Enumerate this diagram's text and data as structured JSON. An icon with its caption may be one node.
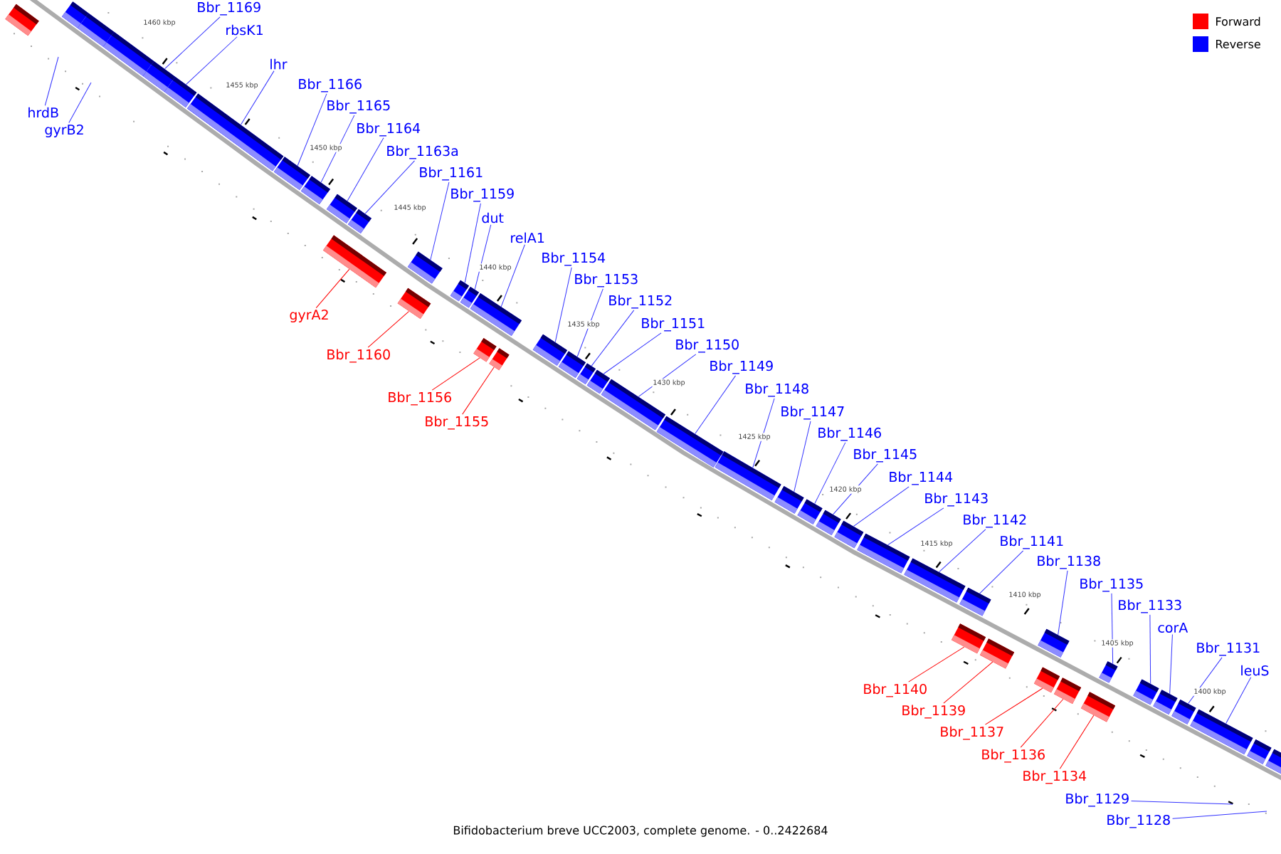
{
  "diagram": {
    "caption": "Bifidobacterium breve UCC2003, complete genome. - 0..2422684",
    "nodes": [
      {
        "text": [],
        "shape": "box"
      },
      {
        "text": [],
        "shape": "box"
      },
      {
        "text": [],
        "shape": "box"
      },
      {
        "text": [],
        "shape": "box"
      },
      {
        "text": [],
        "shape": "box"
      },
      {
        "text": [],
        "shape": "box"
      },
      {
        "text": [],
        "shape": "box"
      },
      {
        "text": [],
        "shape": "box"
      },
      {
        "text": [],
        "shape": "box"
      },
      {
        "text": [],
        "shape": "box"
      },
      {
        "text": [],
        "shape": "box"
      },
      {
        "text": [],
        "shape": "box"
      },
      {
        "text": [],
        "shape": "box"
      },
      {
        "text": [],
        "shape": "box"
      },
      {
        "text": [],
        "shape": "box"
      },
      {
        "text": [],
        "shape": "box"
      },
      {
        "text": [],
        "shape": "box"
      },
      {
        "text": [],
        "shape": "box"
      },
      {
        "text": [],
        "shape": "box"
      },
      {
        "text": [],
        "shape": "box"
      },
      {
        "text": [],
        "shape": "box"
      },
      {
        "text": [],
        "shape": "box"
      },
      {
        "text": [],
        "shape": "box"
      },
      {
        "text": [],
        "shape": "box"
      },
      {
        "text": [],
        "shape": "box"
      },
      {
        "text": [],
        "shape": "box"
      },
      {
        "text": [],
        "shape": "box"
      },
      {
        "text": [],
        "shape": "box"
      },
      {
        "text": [],
        "shape": "box"
      },
      {
        "text": [],
        "shape": "box"
      },
      {
        "text": [],
        "shape": "box"
      },
      {
        "text": [],
        "shape": "box"
      },
      {
        "text": [],
        "shape": "box"
      },
      {
        "text": [],
        "shape": "box"
      },
      {
        "text": [],
        "shape": "box"
      },
      {
        "text": [],
        "shape": "box"
      },
      {
        "text": [],
        "shape": "box"
      },
      {
        "text": [],
        "shape": "box"
      },
      {
        "text": [],
        "shape": "box"
      },
      {
        "text": [],
        "shape": "box"
      },
      {
        "text": [],
        "shape": "box"
      },
      {
        "text": [],
        "shape": "box"
      },
      {
        "text": [],
        "shape": "box"
      },
      {
        "text": [],
        "shape": "box"
      },
      {
        "text": [],
        "shape": "box"
      },
      {
        "text": [],
        "shape": "box"
      },
      {
        "text": [
          "Bbr_1169"
        ]
      },
      {
        "text": [
          "rbsK1"
        ]
      },
      {
        "text": [
          "lhr"
        ]
      },
      {
        "text": [
          "hrdB"
        ]
      },
      {
        "text": [
          "gyrB2"
        ]
      },
      {
        "text": [
          "Bbr_1166"
        ]
      },
      {
        "text": [
          "Bbr_1165"
        ]
      },
      {
        "text": [
          "Bbr_1164"
        ]
      },
      {
        "text": [
          "Bbr_1163a"
        ]
      },
      {
        "text": [
          "Bbr_1161"
        ]
      },
      {
        "text": [
          "Bbr_1159"
        ]
      },
      {
        "text": [
          "dut"
        ]
      },
      {
        "text": [
          "relA1"
        ]
      },
      {
        "text": [
          "Bbr_1154"
        ]
      },
      {
        "text": [
          "gyrA2"
        ]
      },
      {
        "text": [
          "Bbr_1153"
        ]
      },
      {
        "text": [
          "Bbr_1152"
        ]
      },
      {
        "text": [
          "Bbr_1151"
        ]
      },
      {
        "text": [
          "Bbr_1150"
        ]
      },
      {
        "text": [
          "Bbr_1160"
        ]
      },
      {
        "text": [
          "Bbr_1149"
        ]
      },
      {
        "text": [
          "Bbr_1156"
        ]
      },
      {
        "text": [
          "Bbr_1148"
        ]
      },
      {
        "text": [
          "Bbr_1155"
        ]
      },
      {
        "text": [
          "Bbr_1147"
        ]
      },
      {
        "text": [
          "Bbr_1146"
        ]
      },
      {
        "text": [
          "Bbr_1145"
        ]
      },
      {
        "text": [
          "Bbr_1144"
        ]
      },
      {
        "text": [
          "Bbr_1143"
        ]
      },
      {
        "text": [
          "Bbr_1142"
        ]
      },
      {
        "text": [
          "Bbr_1141"
        ]
      },
      {
        "text": [
          "Bbr_1138"
        ]
      },
      {
        "text": [
          "Bbr_1135"
        ]
      },
      {
        "text": [
          "Bbr_1133"
        ]
      },
      {
        "text": [
          "corA"
        ]
      },
      {
        "text": [
          "Bbr_1131"
        ]
      },
      {
        "text": [
          "leuS"
        ]
      },
      {
        "text": [
          "Bbr_1140"
        ]
      },
      {
        "text": [
          "Bbr_1139"
        ]
      },
      {
        "text": [
          "Bbr_1137"
        ]
      },
      {
        "text": [
          "Bbr_1136"
        ]
      },
      {
        "text": [
          "Bbr_1134"
        ]
      },
      {
        "text": [
          "Bbr_1129"
        ]
      },
      {
        "text": [
          "Bbr_1128"
        ]
      }
    ],
    "edges": [
      {
        "from": 46,
        "to": 4,
        "arrow": "none"
      },
      {
        "from": 47,
        "to": 5,
        "arrow": "none"
      },
      {
        "from": 48,
        "to": 6,
        "arrow": "none"
      },
      {
        "from": 49,
        "to": null,
        "arrow": "none"
      },
      {
        "from": 50,
        "to": null,
        "arrow": "none"
      },
      {
        "from": 51,
        "to": 7,
        "arrow": "none"
      },
      {
        "from": 52,
        "to": 8,
        "arrow": "none"
      },
      {
        "from": 53,
        "to": 9,
        "arrow": "none"
      },
      {
        "from": 54,
        "to": 10,
        "arrow": "none"
      },
      {
        "from": 55,
        "to": 12,
        "arrow": "none"
      },
      {
        "from": 56,
        "to": 14,
        "arrow": "none"
      },
      {
        "from": 57,
        "to": 15,
        "arrow": "none"
      },
      {
        "from": 58,
        "to": 16,
        "arrow": "none"
      },
      {
        "from": 59,
        "to": 19,
        "arrow": "none"
      },
      {
        "from": 60,
        "to": 11,
        "arrow": "none",
        "color": "#ff0000"
      },
      {
        "from": 61,
        "to": 20,
        "arrow": "none"
      },
      {
        "from": 62,
        "to": 21,
        "arrow": "none"
      },
      {
        "from": 63,
        "to": 22,
        "arrow": "none"
      },
      {
        "from": 64,
        "to": 23,
        "arrow": "none"
      },
      {
        "from": 65,
        "to": 13,
        "arrow": "none",
        "color": "#ff0000"
      },
      {
        "from": 66,
        "to": 24,
        "arrow": "none"
      },
      {
        "from": 67,
        "to": 17,
        "arrow": "none",
        "color": "#ff0000"
      },
      {
        "from": 68,
        "to": 25,
        "arrow": "none"
      },
      {
        "from": 69,
        "to": 18,
        "arrow": "none",
        "color": "#ff0000"
      },
      {
        "from": 70,
        "to": 26,
        "arrow": "none"
      },
      {
        "from": 71,
        "to": 27,
        "arrow": "none"
      },
      {
        "from": 72,
        "to": 28,
        "arrow": "none"
      },
      {
        "from": 73,
        "to": 29,
        "arrow": "none"
      },
      {
        "from": 74,
        "to": 30,
        "arrow": "none"
      },
      {
        "from": 75,
        "to": 31,
        "arrow": "none"
      },
      {
        "from": 76,
        "to": 32,
        "arrow": "none"
      },
      {
        "from": 77,
        "to": 35,
        "arrow": "none"
      },
      {
        "from": 78,
        "to": 38,
        "arrow": "none"
      },
      {
        "from": 79,
        "to": 40,
        "arrow": "none"
      },
      {
        "from": 80,
        "to": 41,
        "arrow": "none"
      },
      {
        "from": 81,
        "to": 42,
        "arrow": "none"
      },
      {
        "from": 82,
        "to": 43,
        "arrow": "none"
      },
      {
        "from": 83,
        "to": 33,
        "arrow": "none",
        "color": "#ff0000"
      },
      {
        "from": 84,
        "to": 34,
        "arrow": "none",
        "color": "#ff0000"
      },
      {
        "from": 85,
        "to": 36,
        "arrow": "none",
        "color": "#ff0000"
      },
      {
        "from": 86,
        "to": 37,
        "arrow": "none",
        "color": "#ff0000"
      },
      {
        "from": 87,
        "to": 39,
        "arrow": "none",
        "color": "#ff0000"
      },
      {
        "from": 88,
        "to": null,
        "arrow": "none"
      },
      {
        "from": 89,
        "to": null,
        "arrow": "none"
      }
    ],
    "labels": [
      "1460 kbp",
      "1455 kbp",
      "1450 kbp",
      "1445 kbp",
      "1440 kbp",
      "1435 kbp",
      "1430 kbp",
      "1425 kbp",
      "1420 kbp",
      "1415 kbp",
      "1410 kbp",
      "1405 kbp",
      "1400 kbp"
    ],
    "legend": [
      {
        "text": "Forward",
        "color": "#ff0000"
      },
      {
        "text": "Reverse",
        "color": "#0000ff"
      }
    ]
  }
}
